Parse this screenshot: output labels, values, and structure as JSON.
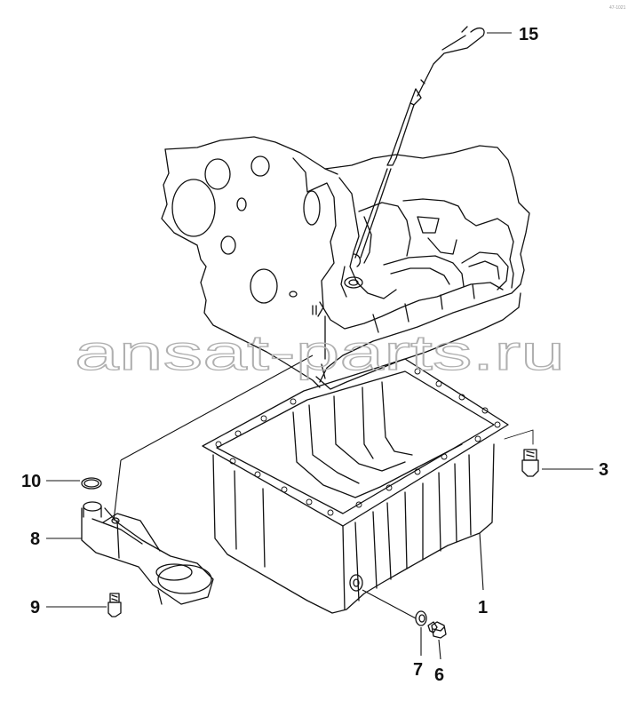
{
  "diagram": {
    "corner_mark": "47-1021",
    "watermark": "ansat-parts.ru",
    "callouts": [
      {
        "id": "part-15",
        "label": "15"
      },
      {
        "id": "part-3",
        "label": "3"
      },
      {
        "id": "part-10",
        "label": "10"
      },
      {
        "id": "part-8",
        "label": "8"
      },
      {
        "id": "part-9",
        "label": "9"
      },
      {
        "id": "part-1",
        "label": "1"
      },
      {
        "id": "part-7",
        "label": "7"
      },
      {
        "id": "part-6",
        "label": "6"
      }
    ]
  }
}
